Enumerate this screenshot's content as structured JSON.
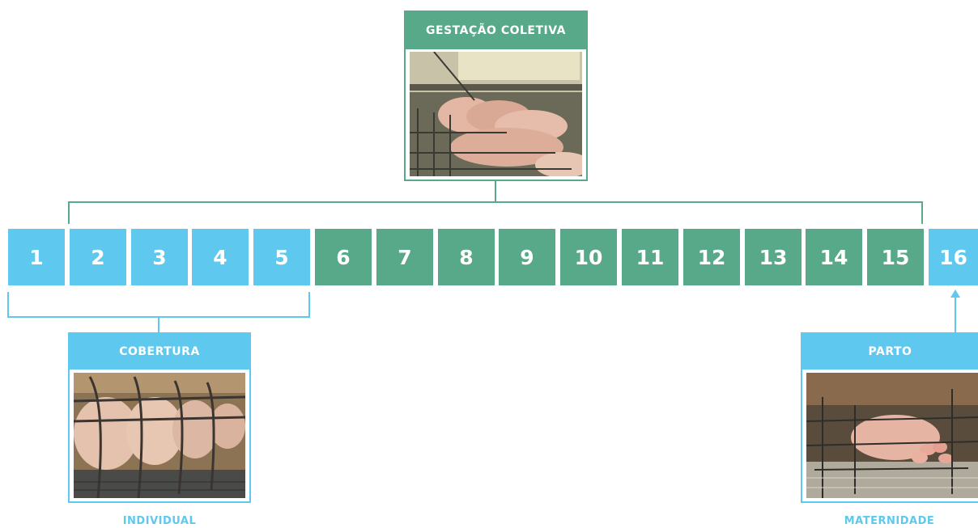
{
  "weeks": [
    "1",
    "2",
    "3",
    "4",
    "5",
    "6",
    "7",
    "8",
    "9",
    "10",
    "11",
    "12",
    "13",
    "14",
    "15",
    "16"
  ],
  "panels": {
    "gestacao": {
      "title": "GESTAÇÃO COLETIVA"
    },
    "cobertura": {
      "title": "COBERTURA",
      "caption": "INDIVIDUAL"
    },
    "parto": {
      "title": "PARTO",
      "caption": "MATERNIDADE"
    }
  },
  "colors": {
    "blue": "#5ec8ee",
    "green": "#58a88a"
  },
  "images": {
    "gestacao": "group-housed-sows-photo",
    "cobertura": "sows-in-individual-crates-photo",
    "parto": "sow-nursing-piglets-in-farrowing-crate-photo"
  }
}
